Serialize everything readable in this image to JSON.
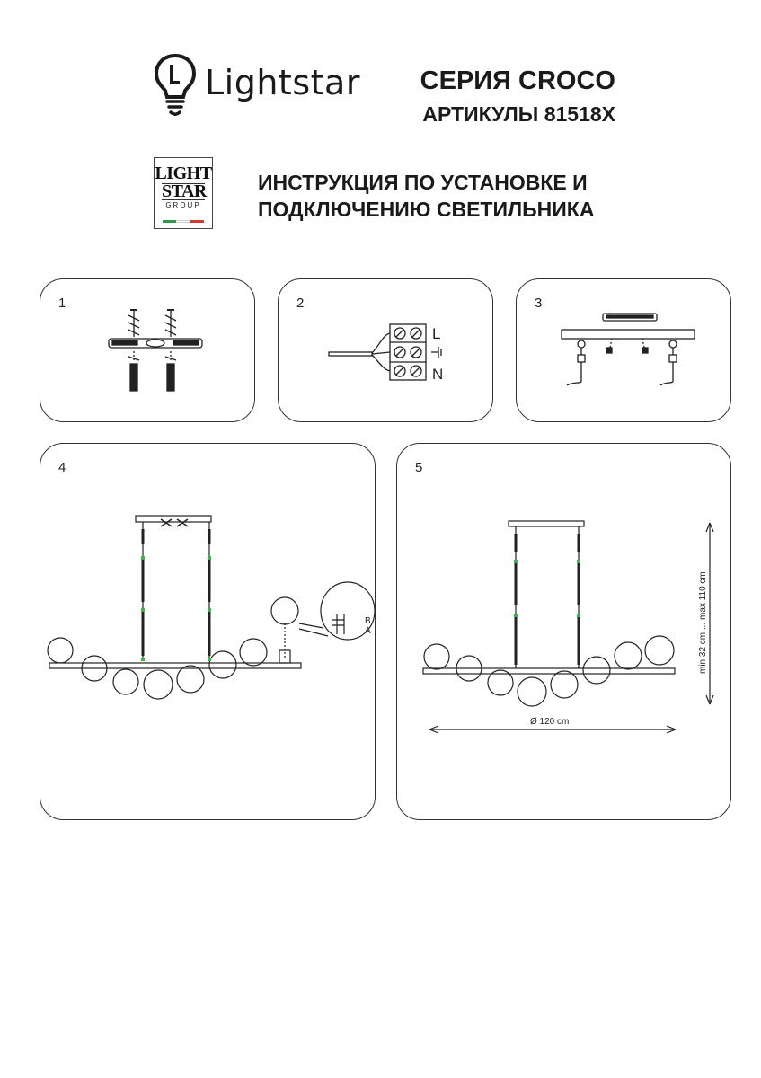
{
  "header": {
    "brand_name": "Lightstar",
    "series_line": "СЕРИЯ CROCO",
    "articles_line": "АРТИКУЛЫ 81518X"
  },
  "group_logo": {
    "line1": "LIGHT",
    "line2": "STAR",
    "line3": "GROUP",
    "flag_colors": [
      "#2e9a47",
      "#ffffff",
      "#d23a2e"
    ]
  },
  "instruction_title": {
    "line1": "ИНСТРУКЦИЯ ПО УСТАНОВКЕ И",
    "line2": "ПОДКЛЮЧЕНИЮ СВЕТИЛЬНИКА"
  },
  "steps": [
    {
      "number": "1"
    },
    {
      "number": "2",
      "terminal_labels": [
        "L",
        "⏚",
        "N"
      ]
    },
    {
      "number": "3"
    },
    {
      "number": "4",
      "part_labels": [
        "B",
        "A"
      ]
    },
    {
      "number": "5",
      "diameter_label": "Ø 120 cm",
      "height_label": "min 32 cm ... max 110 cm"
    }
  ],
  "colors": {
    "line": "#222222",
    "accent_green": "#3bb54a"
  }
}
